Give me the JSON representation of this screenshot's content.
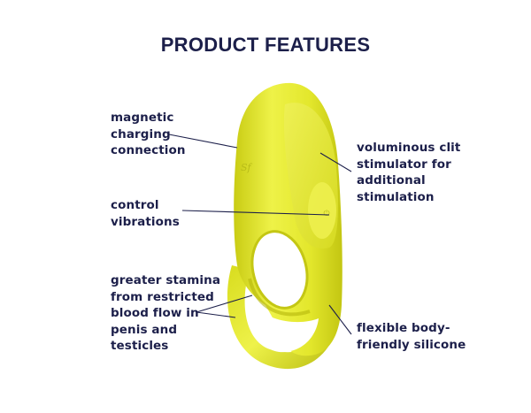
{
  "title": "PRODUCT FEATURES",
  "colors": {
    "text": "#1c1f4a",
    "product_main": "#e6ea2c",
    "product_highlight": "#f2f55a",
    "product_shadow": "#b9bc10",
    "background": "#ffffff"
  },
  "features": [
    {
      "id": "magnetic-charging",
      "text": "magnetic\ncharging\nconnection"
    },
    {
      "id": "control-vibrations",
      "text": "control\nvibrations"
    },
    {
      "id": "greater-stamina",
      "text": "greater stamina\nfrom restricted\nblood flow in\npenis and\ntesticles"
    },
    {
      "id": "clit-stimulator",
      "text": "voluminous clit\nstimulator for\nadditional\nstimulation"
    },
    {
      "id": "silicone",
      "text": "flexible body-\nfriendly silicone"
    }
  ],
  "product": {
    "logo_glyph": "Sf",
    "button_glyph": "⏻"
  }
}
